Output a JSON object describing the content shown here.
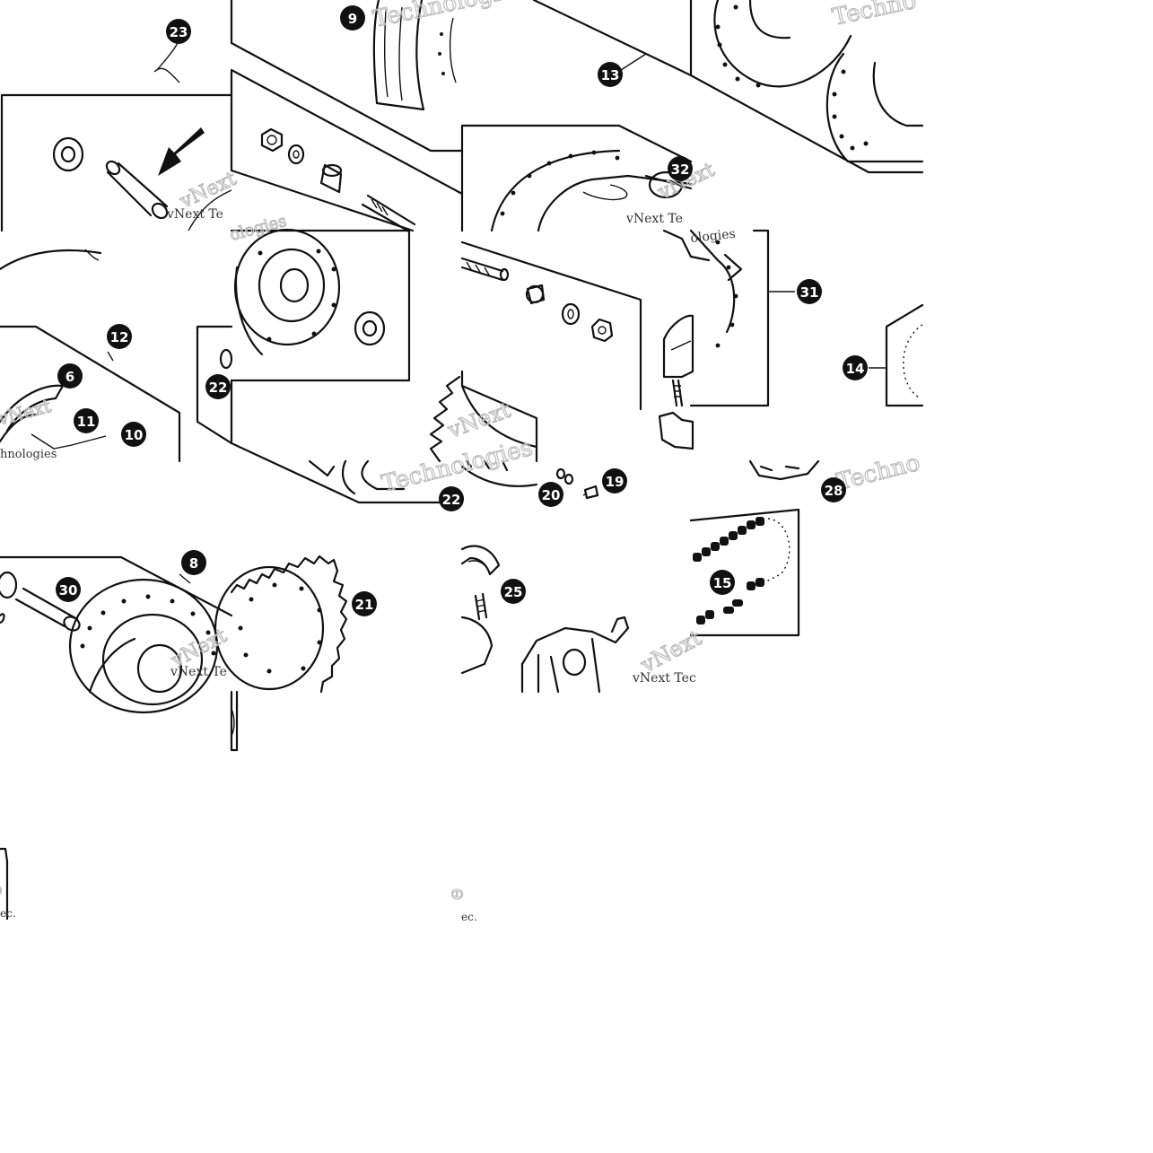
{
  "diagram": {
    "callouts": [
      "23",
      "9",
      "13",
      "32",
      "12",
      "6",
      "11",
      "10",
      "22",
      "31",
      "14",
      "22",
      "20",
      "19",
      "28",
      "8",
      "30",
      "21",
      "25",
      "15"
    ],
    "watermark": {
      "brand": "vNext",
      "word": "Technologies",
      "short_a": "vNext Te",
      "short_b": "vNext Tec",
      "frag_hnologies": "hnologies",
      "frag_ologies": "ologies",
      "frag_echno": "Techno",
      "frag_ec": "ec.",
      "frag_e": "e"
    }
  }
}
